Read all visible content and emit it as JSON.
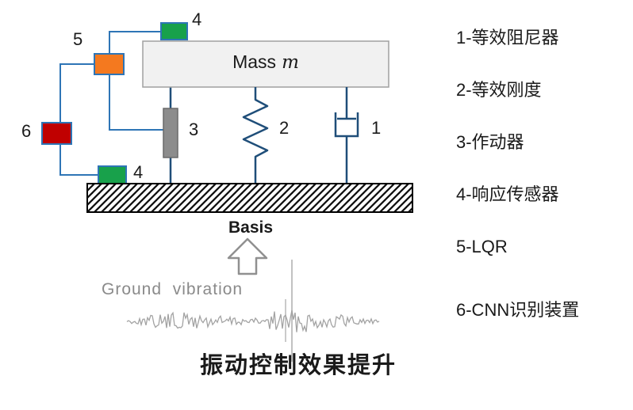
{
  "colors": {
    "line_blue": "#2e75b6",
    "dark_blue": "#1f4e79",
    "sensor_green": "#18a14b",
    "lqr_orange": "#f4791f",
    "cnn_red": "#c00000",
    "mass_fill": "#f1f1f1",
    "wave_gray": "#a3a3a3"
  },
  "diagram": {
    "mass_label": {
      "prefix": "Mass",
      "var": "m"
    },
    "labels": {
      "sensor_top": "4",
      "lqr": "5",
      "cnn": "6",
      "sensor_bottom": "4",
      "actuator": "3",
      "spring": "2",
      "damper": "1"
    },
    "basis_label": "Basis",
    "ground_vibration_label": "Ground  vibration",
    "caption": "振动控制效果提升"
  },
  "legend": {
    "items": [
      "1-等效阻尼器",
      "2-等效刚度",
      "3-作动器",
      "4-响应传感器",
      "5-LQR",
      "6-CNN识别装置"
    ]
  }
}
